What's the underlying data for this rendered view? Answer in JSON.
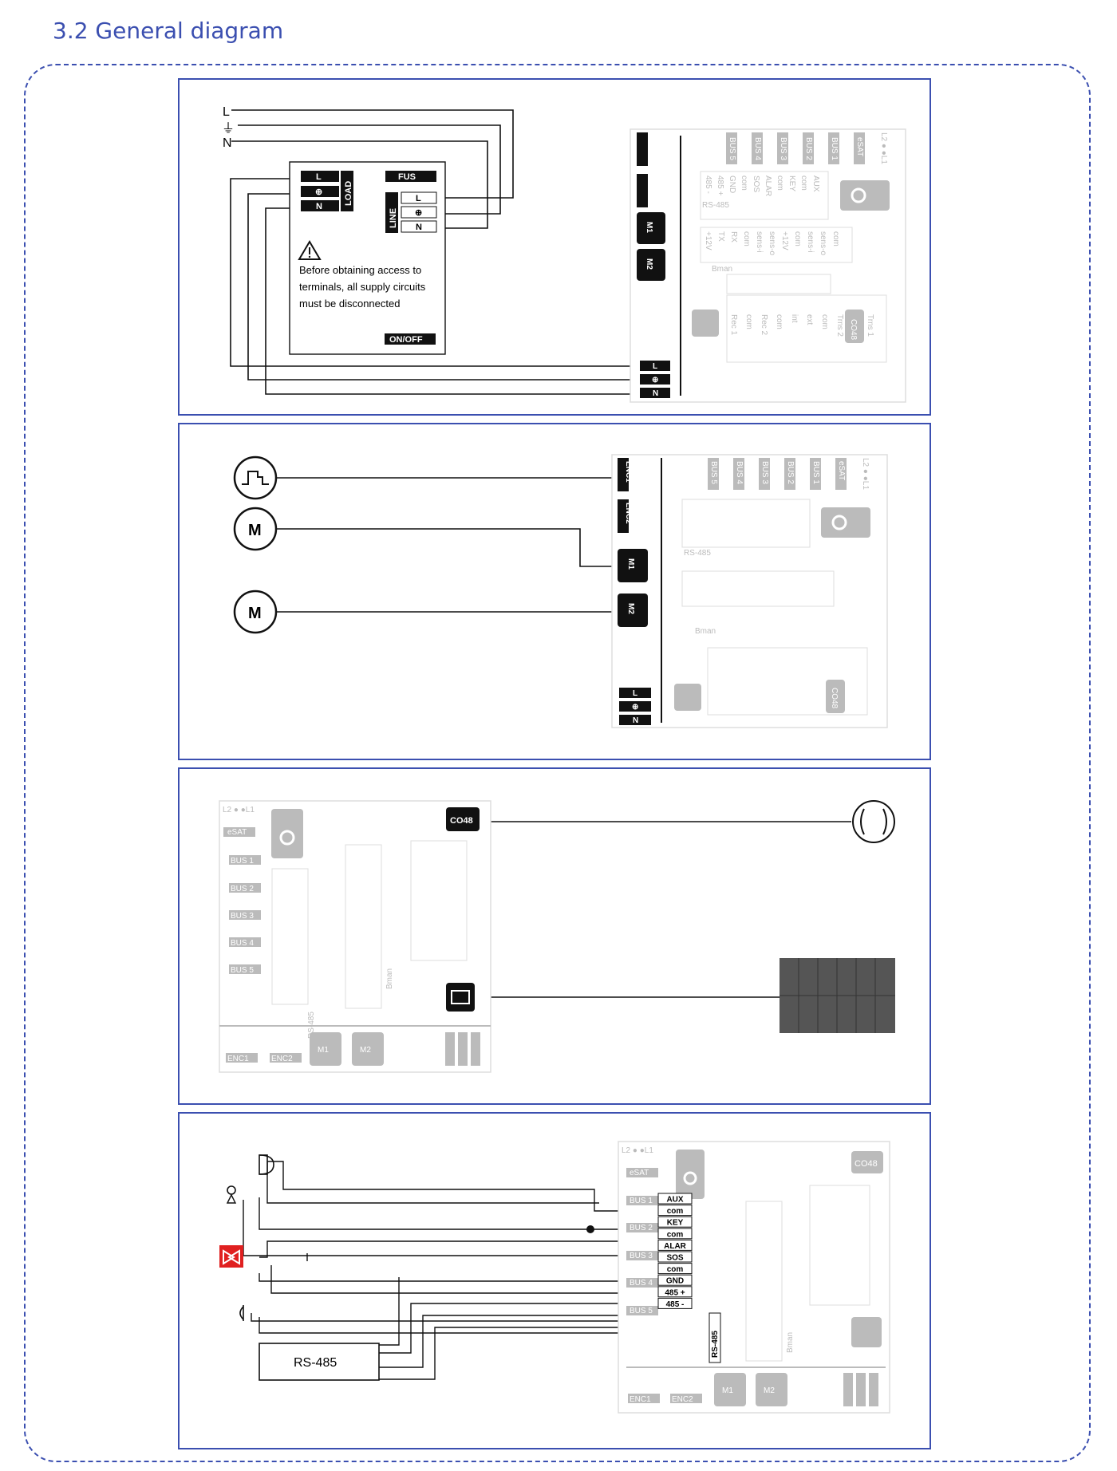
{
  "page": {
    "title": "3.2 General diagram"
  },
  "colors": {
    "accent": "#3b4fb0",
    "black": "#111111",
    "ghost": "#cccccc",
    "alarm_red": "#e02020"
  },
  "panel1": {
    "mains": [
      "L",
      "⏚",
      "N"
    ],
    "load": {
      "label": "LOAD",
      "terminals": [
        "L",
        "⊕",
        "N"
      ]
    },
    "fus": {
      "label": "FUS",
      "terminals": [
        "L",
        "⊕",
        "N"
      ]
    },
    "line_label": "LINE",
    "warning": [
      "Before obtaining access to",
      "terminals, all supply circuits",
      "must be disconnected"
    ],
    "onoff": "ON/OFF",
    "board_terms": [
      "L",
      "⊕",
      "N"
    ]
  },
  "board": {
    "enc": [
      "ENC1",
      "ENC2"
    ],
    "motors": [
      "M1",
      "M2"
    ],
    "bus": [
      "BUS 5",
      "BUS 4",
      "BUS 3",
      "BUS 2",
      "BUS 1"
    ],
    "esat": "eSAT",
    "leds": "L2 ● ●L1",
    "top_terms": [
      "485 -",
      "485 +",
      "GND",
      "com",
      "SOS",
      "ALAR",
      "com",
      "KEY",
      "com",
      "AUX"
    ],
    "rs485": "RS-485",
    "mid_terms": [
      "+12V",
      "TX",
      "RX",
      "com",
      "sens-i",
      "sens-o",
      "+12V",
      "com",
      "sens-i",
      "sens-o",
      "com"
    ],
    "bman": "Bman",
    "bottom_terms": [
      "Rec 1",
      "com",
      "Rec 2",
      "com",
      "int",
      "ext",
      "com",
      "Trns 2",
      "com",
      "Trns 1"
    ],
    "co48": "CO48"
  },
  "panel2": {
    "motor_label": "M",
    "enc_symbol": "encoder-icon"
  },
  "panel4": {
    "terms": [
      "AUX",
      "com",
      "KEY",
      "com",
      "ALAR",
      "SOS",
      "com",
      "GND",
      "485 +",
      "485 -"
    ],
    "rs485_box": "RS-485"
  }
}
